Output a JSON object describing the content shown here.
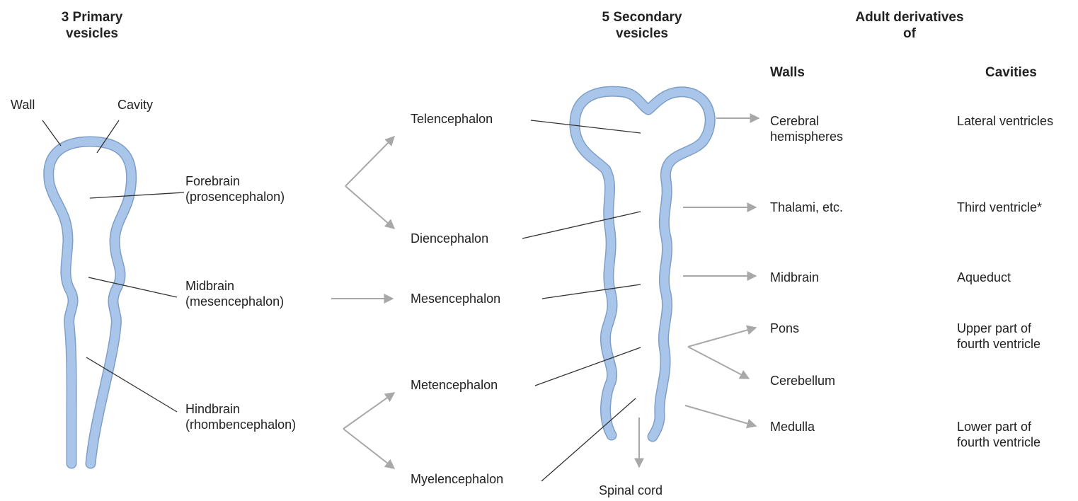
{
  "headings": {
    "primary_line1": "3 Primary",
    "primary_line2": "vesicles",
    "secondary_line1": "5 Secondary",
    "secondary_line2": "vesicles",
    "adult_line1": "Adult derivatives",
    "adult_line2": "of",
    "walls": "Walls",
    "cavities": "Cavities"
  },
  "primary_labels": {
    "wall": "Wall",
    "cavity": "Cavity",
    "forebrain": "Forebrain",
    "forebrain_alt": "(prosencephalon)",
    "midbrain": "Midbrain",
    "midbrain_alt": "(mesencephalon)",
    "hindbrain": "Hindbrain",
    "hindbrain_alt": "(rhombencephalon)"
  },
  "secondary_labels": {
    "telencephalon": "Telencephalon",
    "diencephalon": "Diencephalon",
    "mesencephalon": "Mesencephalon",
    "metencephalon": "Metencephalon",
    "myelencephalon": "Myelencephalon",
    "spinal_cord": "Spinal cord"
  },
  "walls": {
    "cerebral_1": "Cerebral",
    "cerebral_2": "hemispheres",
    "thalami": "Thalami, etc.",
    "midbrain": "Midbrain",
    "pons": "Pons",
    "cerebellum": "Cerebellum",
    "medulla": "Medulla"
  },
  "cavities": {
    "lateral": "Lateral ventricles",
    "third": "Third ventricle*",
    "aqueduct": "Aqueduct",
    "upper_1": "Upper part of",
    "upper_2": "fourth ventricle",
    "lower_1": "Lower part of",
    "lower_2": "fourth ventricle"
  },
  "colors": {
    "vesicle_fill": "#a9c6ea",
    "vesicle_edge": "#7f9fc8",
    "arrow": "#a8a8a8",
    "leader_line": "#333333"
  }
}
